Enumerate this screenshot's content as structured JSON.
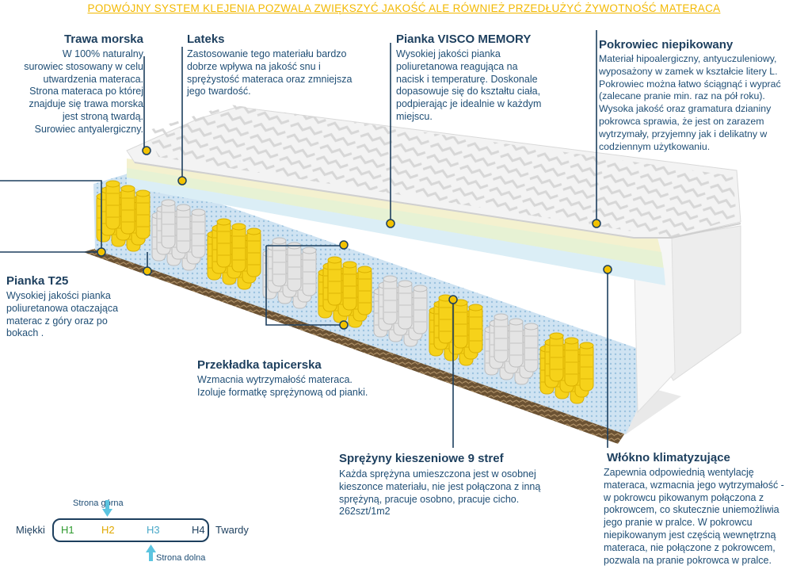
{
  "banner": "PODWÓJNY SYSTEM KLEJENIA POZWALA ZWIĘKSZYĆ JAKOŚĆ ALE RÓWNIEŻ PRZEDŁUŻYĆ ŻYWOTNOŚĆ MATERACA",
  "callouts": {
    "trawa": {
      "title": "Trawa morska",
      "lines": [
        "W 100% naturalny",
        "surowiec stosowany w celu",
        "utwardzenia materaca.",
        "Strona materaca po której",
        "znajduje się trawa morska",
        "jest stroną twardą.",
        "Surowiec antyalergiczny."
      ]
    },
    "lateks": {
      "title": "Lateks",
      "lines": [
        "Zastosowanie tego materiału bardzo",
        "dobrze wpływa na jakość snu i",
        "sprężystość materaca oraz zmniejsza",
        "jego twardość."
      ]
    },
    "visco": {
      "title": "Pianka VISCO MEMORY",
      "lines": [
        "Wysokiej jakości pianka",
        "poliuretanowa reagująca na",
        "nacisk i temperaturę. Doskonale",
        "dopasowuje się do kształtu ciała,",
        "podpierając je idealnie w każdym",
        "miejscu."
      ]
    },
    "pokrowiec": {
      "title": "Pokrowiec  niepikowany",
      "lines": [
        "Materiał hipoalergiczny, antyuczuleniowy,",
        "wyposażony w zamek w kształcie litery L.",
        "Pokrowiec można łatwo ściągnąć i wyprać",
        "(zalecane pranie min.  raz na pół roku).",
        "Wysoka jakość oraz gramatura dzianiny",
        "pokrowca sprawia, że jest on zarazem",
        "wytrzymały, przyjemny jak i delikatny w",
        "codziennym użytkowaniu."
      ]
    },
    "t25": {
      "title": "Pianka T25",
      "lines": [
        "Wysokiej jakości pianka",
        "poliuretanowa otaczająca",
        "materac z góry oraz po",
        "bokach ."
      ]
    },
    "przekladka": {
      "title": "Przekładka tapicerska",
      "lines": [
        "Wzmacnia wytrzymałość materaca.",
        "Izoluje formatkę sprężynową od pianki."
      ]
    },
    "sprezyny": {
      "title": "Sprężyny kieszeniowe 9 stref",
      "lines": [
        "Każda sprężyna umieszczona jest w osobnej",
        "kieszonce materiału, nie jest połączona z inną",
        "sprężyną, pracuje osobno, pracuje cicho.",
        "262szt/1m2"
      ]
    },
    "wlokno": {
      "title": "Włókno klimatyzujące",
      "lines": [
        "Zapewnia odpowiednią wentylację",
        "materaca, wzmacnia jego wytrzymałość -",
        "w pokrowcu pikowanym połączona z",
        "pokrowcem, co skutecznie uniemożliwia",
        "jego pranie w pralce. W pokrowcu",
        "niepikowanym jest częścią wewnętrzną",
        "materaca, nie połączone z pokrowcem,",
        "pozwala na pranie pokrowca w pralce."
      ]
    }
  },
  "hardness": {
    "top_label": "Strona górna",
    "bottom_label": "Strona dolna",
    "left_label": "Miękki",
    "right_label": "Twardy",
    "levels": [
      {
        "label": "H1",
        "color": "#2e9a2e"
      },
      {
        "label": "H2",
        "color": "#e0a800"
      },
      {
        "label": "H3",
        "color": "#4aa8c8"
      },
      {
        "label": "H4",
        "color": "#1d3f5e"
      }
    ]
  },
  "colors": {
    "title": "#1d3f5e",
    "text": "#1f4e75",
    "banner": "#f2b800",
    "marker": "#f2c200",
    "spring_yellow": "#f6d21a",
    "spring_white": "#e4e4e4",
    "arrow": "#5bc4e0"
  }
}
